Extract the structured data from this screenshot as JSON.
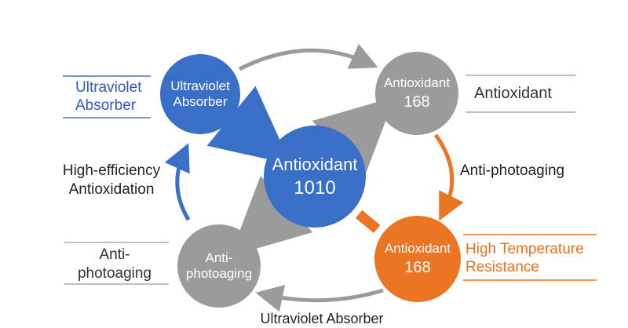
{
  "colors": {
    "blue": "#3a6fc8",
    "gray": "#9b9b9b",
    "orange": "#ec7524",
    "text_blue": "#2d5cb3",
    "text_orange": "#e8711f",
    "text_dark": "#222222"
  },
  "nodes": {
    "center": {
      "line1": "Antioxidant",
      "line2": "1010"
    },
    "top_left": {
      "line1": "Ultraviolet",
      "line2": "Absorber"
    },
    "top_right": {
      "line1": "Antioxidant",
      "line2": "168"
    },
    "bottom_right": {
      "line1": "Antioxidant",
      "line2": "168"
    },
    "bottom_left": {
      "line1": "Anti-",
      "line2": "photoaging"
    }
  },
  "side_labels": {
    "left_top": {
      "line1": "Ultraviolet",
      "line2": "Absorber"
    },
    "right_top": {
      "line1": "Antioxidant"
    },
    "right_bottom": {
      "line1": "High Temperature",
      "line2": "Resistance"
    },
    "left_bottom": {
      "line1": "Anti-",
      "line2": "photoaging"
    }
  },
  "edge_labels": {
    "left_mid": {
      "line1": "High-efficiency",
      "line2": "Antioxidation"
    },
    "right_mid": "Anti-photoaging",
    "bottom": "Ultraviolet Absorber"
  }
}
